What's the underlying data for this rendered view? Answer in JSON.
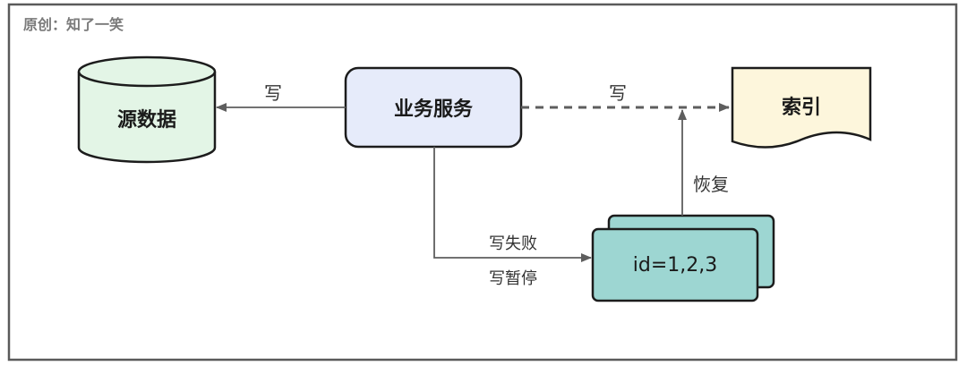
{
  "watermark": "原创：知了一笑",
  "nodes": {
    "source_db": "源数据",
    "service": "业务服务",
    "index": "索引",
    "failed_ids": "id=1,2,3"
  },
  "edges": {
    "service_to_source": "写",
    "service_to_index": "写",
    "failure_line1": "写失败",
    "failure_line2": "写暂停",
    "recover": "恢复"
  },
  "colors": {
    "frame": "#5a5a5a",
    "db_fill": "#e3f5e6",
    "service_fill": "#e6ebfa",
    "index_fill": "#fdf6dc",
    "queue_fill": "#9dd6d2",
    "edge": "#5e5e5e"
  }
}
